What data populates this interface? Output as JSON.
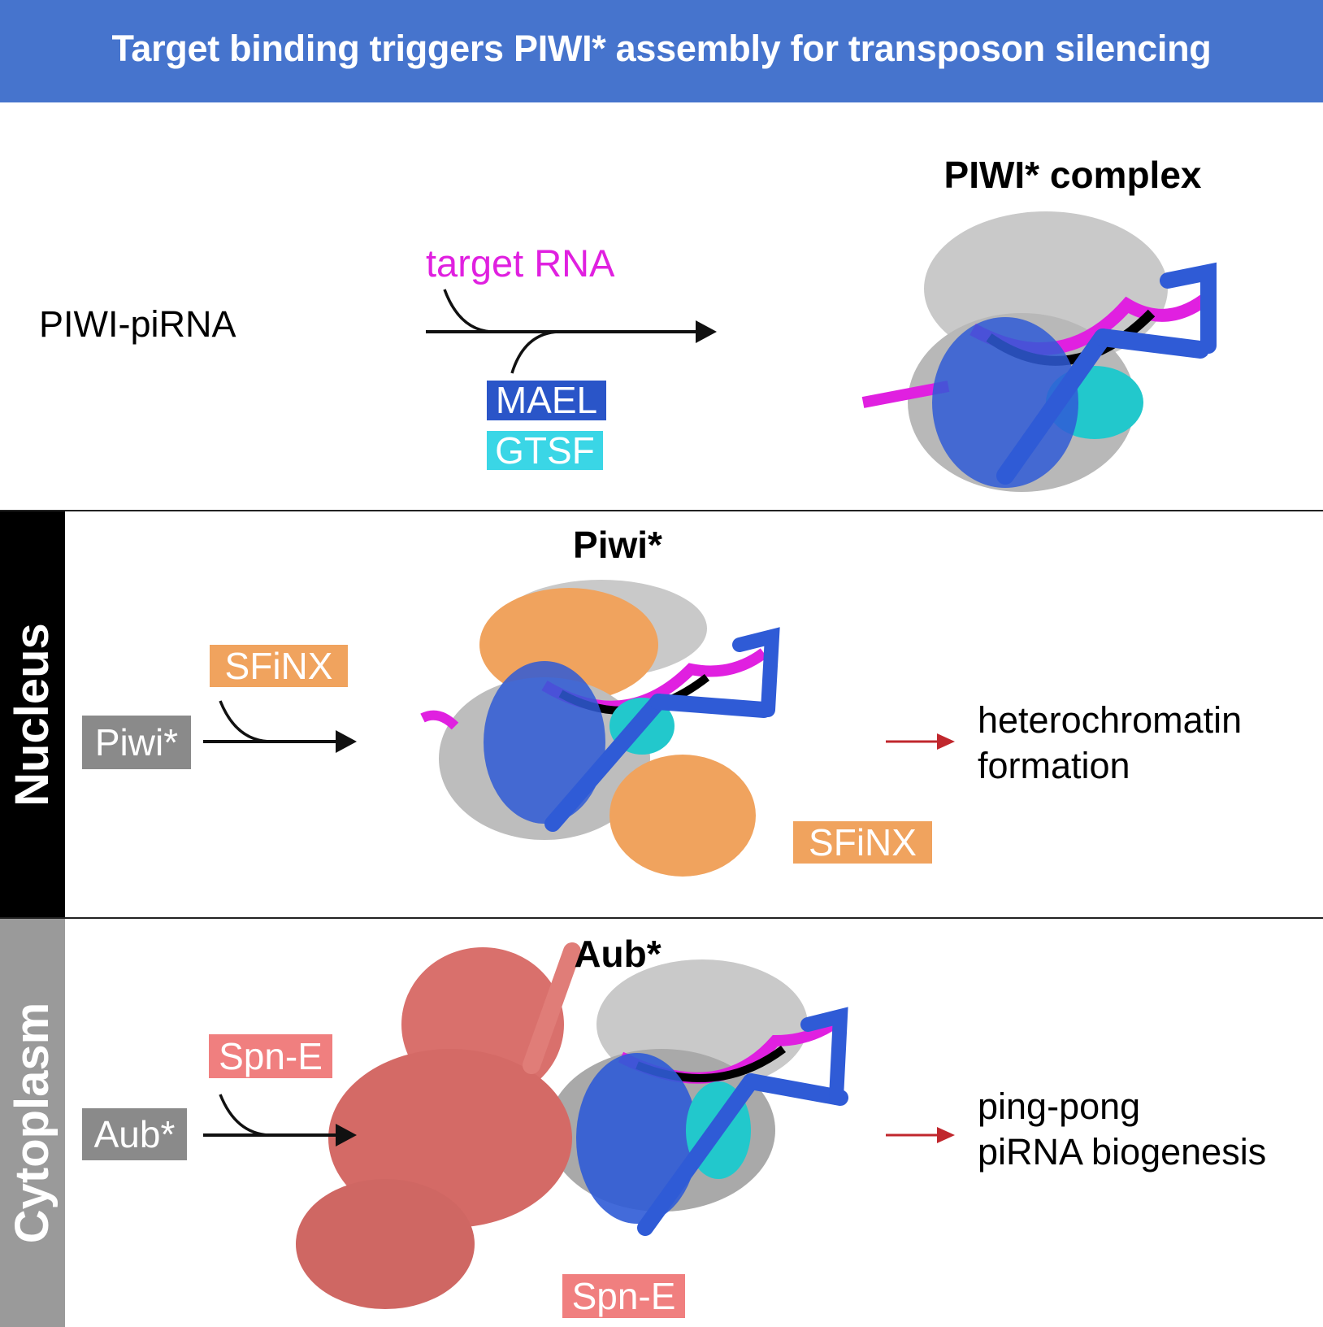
{
  "header": {
    "title": "Target binding triggers PIWI* assembly for transposon silencing"
  },
  "colors": {
    "header_bg": "#4674cd",
    "mael": "#2a55c8",
    "gtsf": "#3ad6e6",
    "target_rna": "#e020e0",
    "sfinx": "#f0a35e",
    "spne": "#f07f7f",
    "state_gray": "#8a8a8a",
    "outcome_arrow": "#c0272d",
    "nucleus_bar": "#000000",
    "cytoplasm_bar": "#9a9a9a"
  },
  "top_panel": {
    "start_label": "PIWI-piRNA",
    "input_top": "target RNA",
    "input_bottom_1": "MAEL",
    "input_bottom_2": "GTSF",
    "product_title": "PIWI* complex"
  },
  "nucleus_panel": {
    "side_label": "Nucleus",
    "start_label": "Piwi*",
    "input": "SFiNX",
    "product_title": "Piwi*",
    "structure_label": "SFiNX",
    "outcome_line1": "heterochromatin",
    "outcome_line2": "formation"
  },
  "cytoplasm_panel": {
    "side_label": "Cytoplasm",
    "start_label": "Aub*",
    "input": "Spn-E",
    "product_title": "Aub*",
    "structure_label": "Spn-E",
    "outcome_line1": "ping-pong",
    "outcome_line2": "piRNA biogenesis"
  }
}
